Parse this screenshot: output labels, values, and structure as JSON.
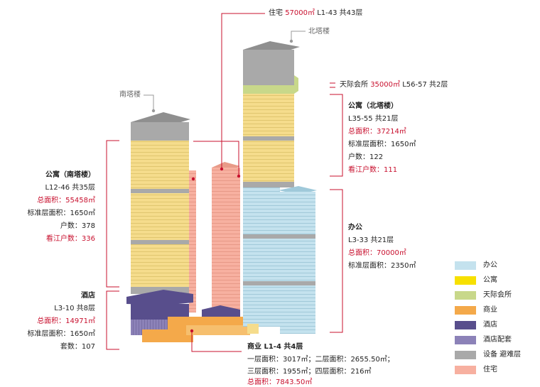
{
  "labels": {
    "south_tower": "南塔楼",
    "north_tower": "北塔楼"
  },
  "residential_top": {
    "name": "住宅",
    "area": "57000㎡",
    "floors": "L1-43 共43层"
  },
  "sky_club": {
    "name": "天际会所",
    "area": "35000㎡",
    "floors": "L56-57 共2层"
  },
  "apartment_north": {
    "title": "公寓（北塔楼）",
    "floors": "L35-55 共21层",
    "total_area": "总面积：37214㎡",
    "std_floor": "标准层面积：1650㎡",
    "units": "户数：122",
    "river_view": "看江户数：111"
  },
  "apartment_south": {
    "title": "公寓（南塔楼）",
    "floors": "L12-46 共35层",
    "total_area": "总面积：55458㎡",
    "std_floor": "标准层面积：1650㎡",
    "units": "户数：378",
    "river_view": "看江户数：336"
  },
  "office": {
    "title": "办公",
    "floors": "L3-33 共21层",
    "total_area": "总面积：70000㎡",
    "std_floor": "标准层面积：2350㎡"
  },
  "hotel": {
    "title": "酒店",
    "floors": "L3-10 共8层",
    "total_area": "总面积：14971㎡",
    "std_floor": "标准层面积：1650㎡",
    "rooms": "套数：107"
  },
  "commercial": {
    "title": "商业  L1-4 共4层",
    "line1": "一层面积：3017㎡；二层面积：2655.50㎡；",
    "line2": "三层面积：1955㎡；四层面积：216㎡",
    "total": "总面积：7843.50㎡"
  },
  "legend": [
    {
      "label": "办公",
      "color": "#c4e2ee"
    },
    {
      "label": "公寓",
      "color": "#f7e000"
    },
    {
      "label": "天际会所",
      "color": "#c8d88a"
    },
    {
      "label": "商业",
      "color": "#f4a94a"
    },
    {
      "label": "酒店",
      "color": "#584e8c"
    },
    {
      "label": "酒店配套",
      "color": "#8c82b8"
    },
    {
      "label": "设备 避难层",
      "color": "#a9a9a9"
    },
    {
      "label": "住宅",
      "color": "#f7b0a0"
    }
  ],
  "colors": {
    "apartment": "#f5dc8c",
    "office": "#c4e2ee",
    "residential": "#f7b0a0",
    "hotel": "#584e8c",
    "hotel_support": "#8c82b8",
    "commercial": "#f4a94a",
    "mech": "#a9a9a9",
    "leader": "#c8102e"
  }
}
